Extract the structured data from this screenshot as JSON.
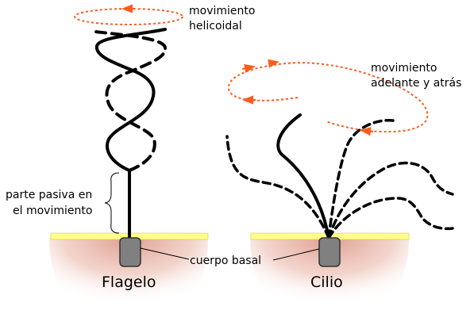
{
  "labels": {
    "helical_line1": "movimiento",
    "helical_line2": "helicoidal",
    "backforth_line1": "movimiento",
    "backforth_line2": "adelante y atrás",
    "passive_line1": "parte pasiva en",
    "passive_line2": "el movimiento",
    "basal_body": "cuerpo basal",
    "flagellum": "Flagelo",
    "cilium": "Cilio"
  },
  "colors": {
    "motion_arrow": "#ff5a1e",
    "membrane": "#ffff8c",
    "cytoplasm": "#e8a898",
    "basal_body_fill": "#808080",
    "structure": "#000000"
  }
}
